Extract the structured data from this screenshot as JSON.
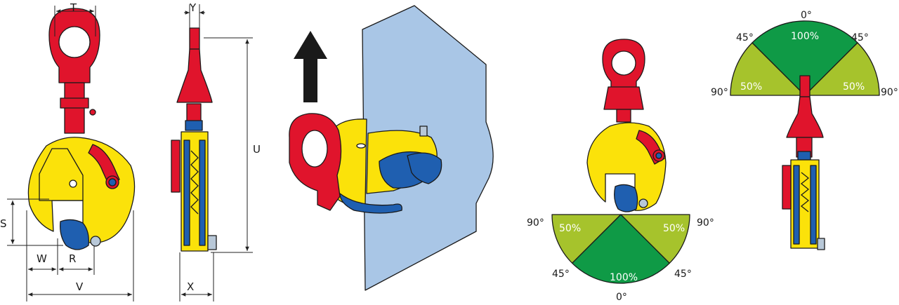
{
  "colors": {
    "red": "#e0142c",
    "yellow": "#fbe20a",
    "blue": "#1f5fb0",
    "plate": "#a9c6e6",
    "green_full": "#0f9a46",
    "green_half": "#a6c32c",
    "outline": "#1a1a1a"
  },
  "dimensions": {
    "t": "T",
    "y": "Y",
    "u": "U",
    "s": "S",
    "w": "W",
    "r": "R",
    "v": "V",
    "x": "X"
  },
  "lift_diagram": {
    "arrow_icon": "up-arrow-icon"
  },
  "vertical_range": {
    "left_outer": "90°",
    "right_outer": "90°",
    "left_mid": "45°",
    "right_mid": "45°",
    "bottom": "0°",
    "left_segment": "50%",
    "right_segment": "50%",
    "center_segment": "100%"
  },
  "horizontal_range": {
    "top": "0°",
    "left_mid": "45°",
    "right_mid": "45°",
    "left_outer": "90°",
    "right_outer": "90°",
    "left_segment": "50%",
    "right_segment": "50%",
    "center_segment": "100%"
  }
}
